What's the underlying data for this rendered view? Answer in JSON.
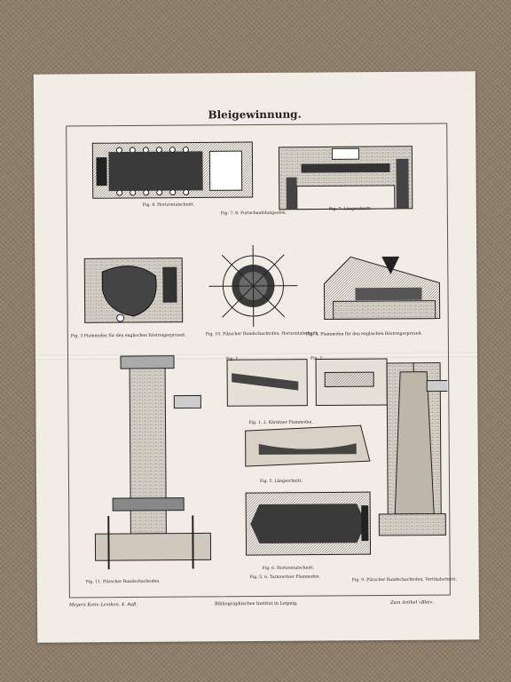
{
  "plate": {
    "title": "Bleigewinnung.",
    "captions": {
      "fig8": "Fig. 8. Horizontalschnitt.",
      "fig78": "Fig. 7, 8. Fortschaufelungsofen.",
      "fig7": "Fig. 7. Längsschnitt.",
      "fig3": "Fig. 3 Flammofen für den englischen Röstreigerprozeß.",
      "fig10": "Fig. 10. Pilzscher Rundschachtofen, Horizontalschnitt.",
      "fig4": "Fig. 4. Flammofen für den englischen Röstreigerprozeß.",
      "fig1": "Fig. 1.",
      "fig2": "Fig. 2.",
      "fig12": "Fig. 1, 2. Kärntner Flammofen.",
      "fig5": "Fig. 5. Längsschnitt.",
      "fig6": "Fig. 6. Horizontalschnitt.",
      "fig56": "Fig. 5, 6. Tarnowitzer Flammofen.",
      "fig11": "Fig. 11. Pilzscher Rundschachtofen.",
      "fig9": "Fig. 9. Pilzscher Rundschachtofen, Vertikalschnitt."
    },
    "footer": {
      "left": "Meyers Konv.-Lexikon, 4. Aufl.",
      "center": "Bibliographisches Institut in Leipzig.",
      "right": "Zum Artikel »Blei«."
    }
  }
}
